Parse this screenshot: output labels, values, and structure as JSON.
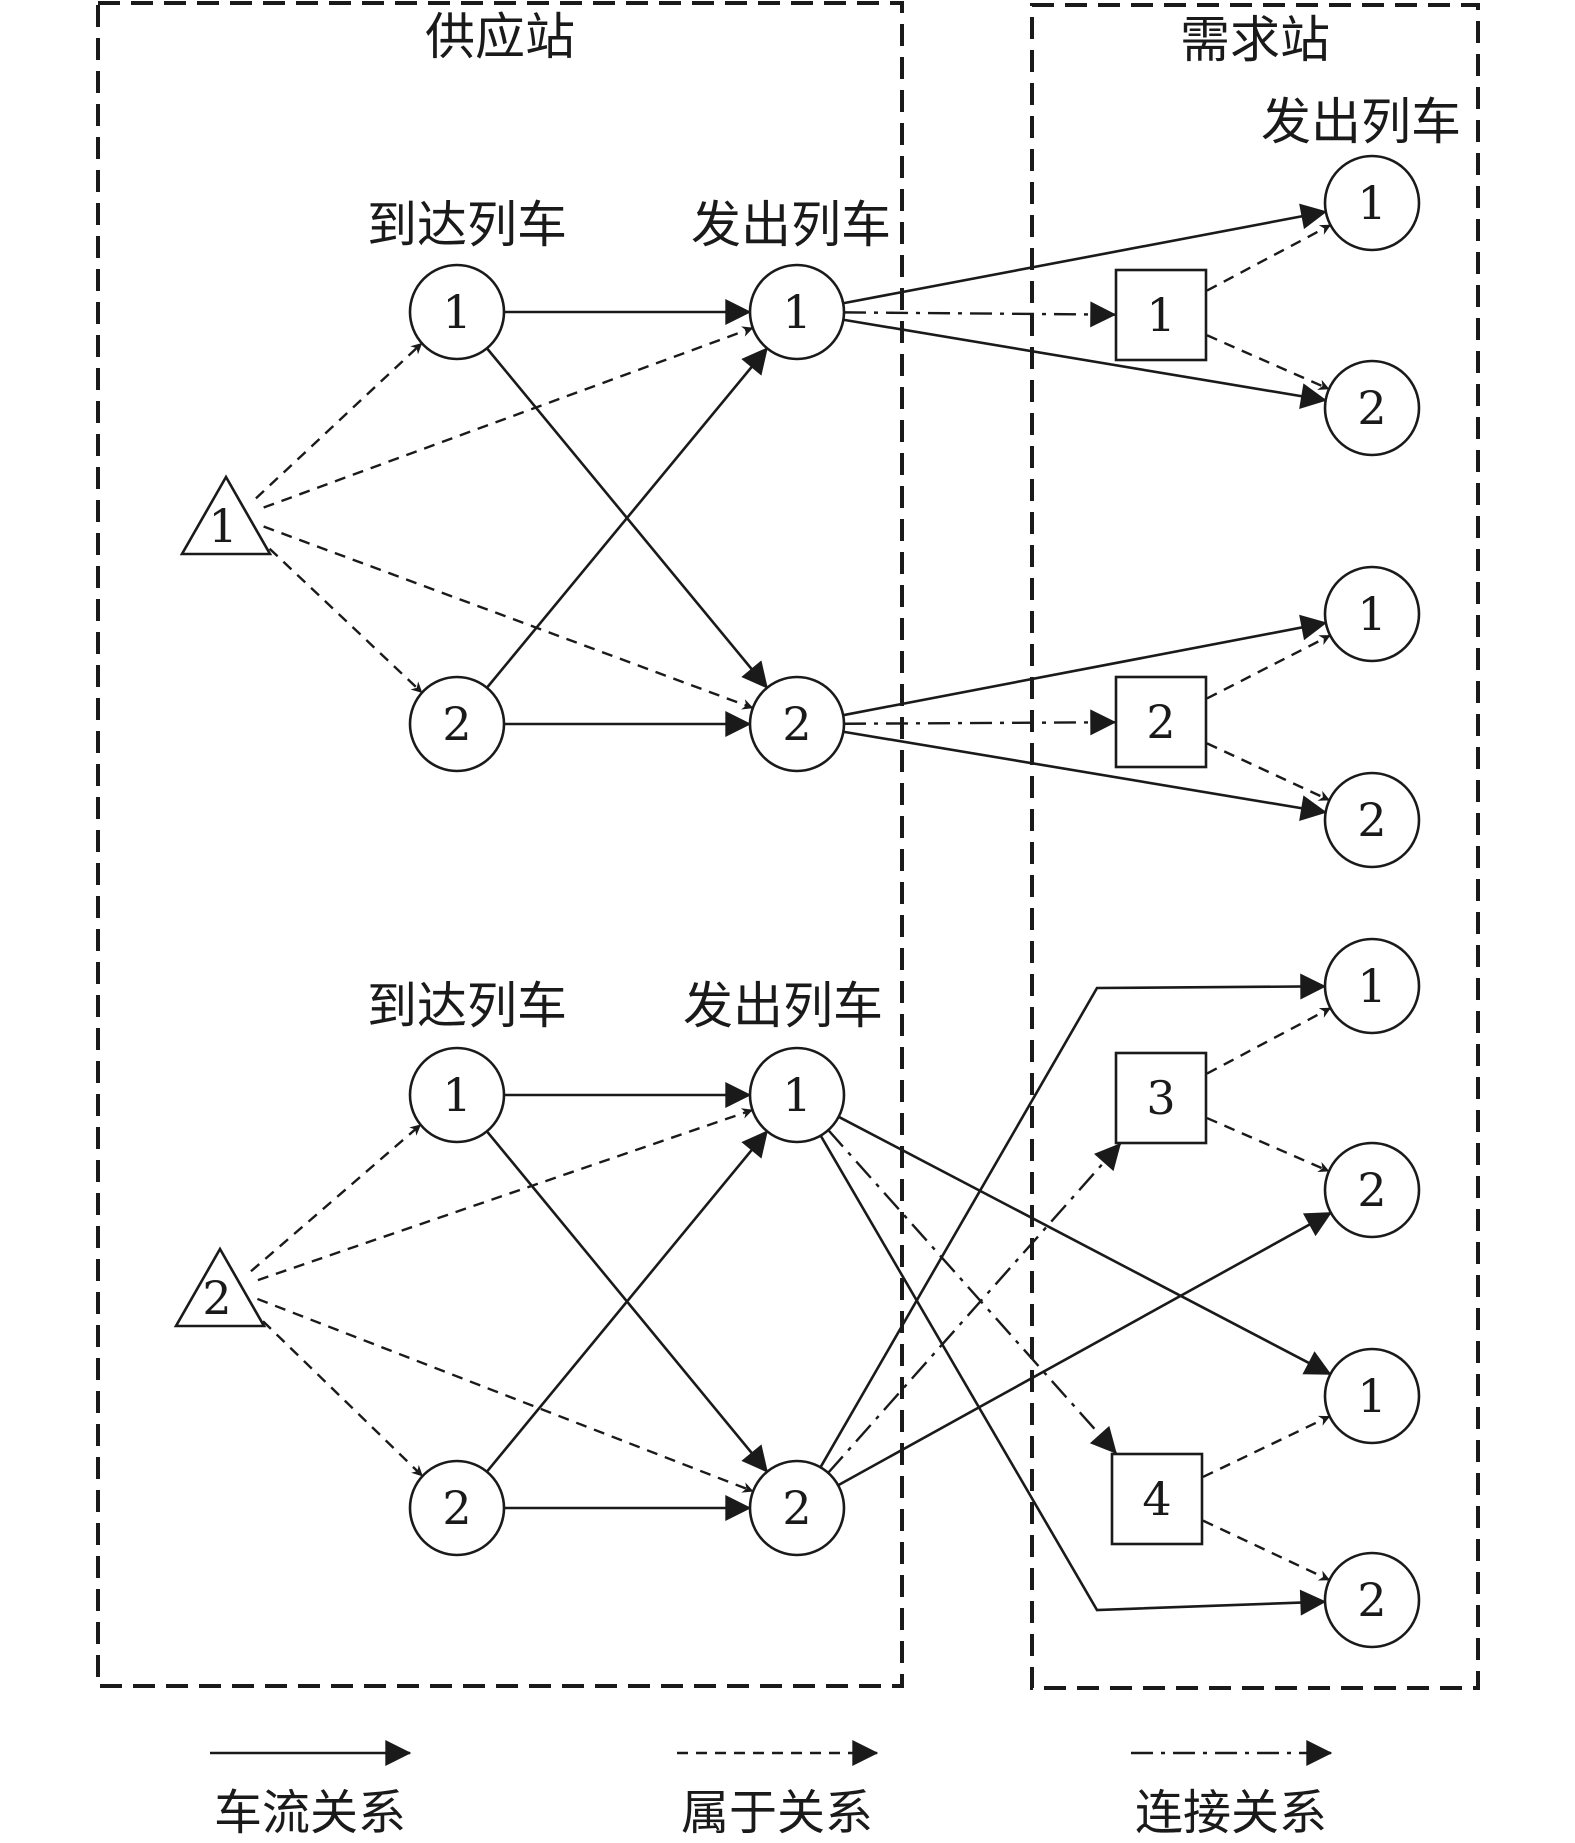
{
  "colors": {
    "ink": "#1a1a1a",
    "background": "#ffffff"
  },
  "diagram": {
    "supply_title": "供应站",
    "demand_title": "需求站",
    "groups": [
      {
        "arrive_label": "到达列车",
        "depart_label": "发出列车"
      },
      {
        "arrive_label": "到达列车",
        "depart_label": "发出列车"
      }
    ],
    "demand_depart_label": "发出列车",
    "triangles": [
      "1",
      "2"
    ],
    "squares": [
      "1",
      "2",
      "3",
      "4"
    ],
    "node_number_1": "1",
    "node_number_2": "2"
  },
  "legend": {
    "car_flow": "车流关系",
    "belongs": "属于关系",
    "connection": "连接关系"
  }
}
